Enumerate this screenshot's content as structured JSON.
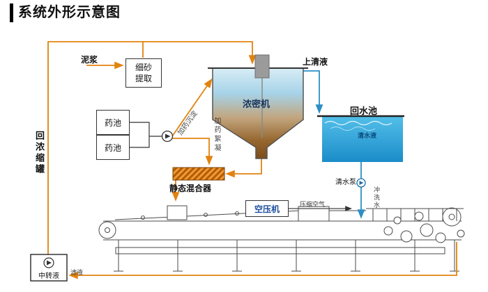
{
  "title": "系统外形示意图",
  "colors": {
    "pipe_orange": "#e2830f",
    "pipe_blue": "#2d8fc4",
    "water_blue_top": "#53bfe9",
    "water_blue_bottom": "#1b8cc9",
    "slurry_brown": "#7c4c1c",
    "machine_gray": "#4a4a4a"
  },
  "labels": {
    "mud": "泥浆",
    "sand_extraction": "细砂提取",
    "chem_tank_1": "药池",
    "chem_tank_2": "药池",
    "dosing_sedimentation": "加药沉淀",
    "dosing_flocculation": "加药絮凝",
    "thickener": "浓密机",
    "supernatant": "上清液",
    "return_water_pool": "回水池",
    "clear_water": "清水液",
    "clear_water_pump": "清水泵",
    "rinse_water": "冲洗水",
    "static_mixer": "静态混合器",
    "air_compressor": "空压机",
    "compressed_air": "压缩空气",
    "return_concentrate_tank": "回浓缩罐",
    "transfer_liquid": "中转液",
    "filtrate": "滤液"
  }
}
